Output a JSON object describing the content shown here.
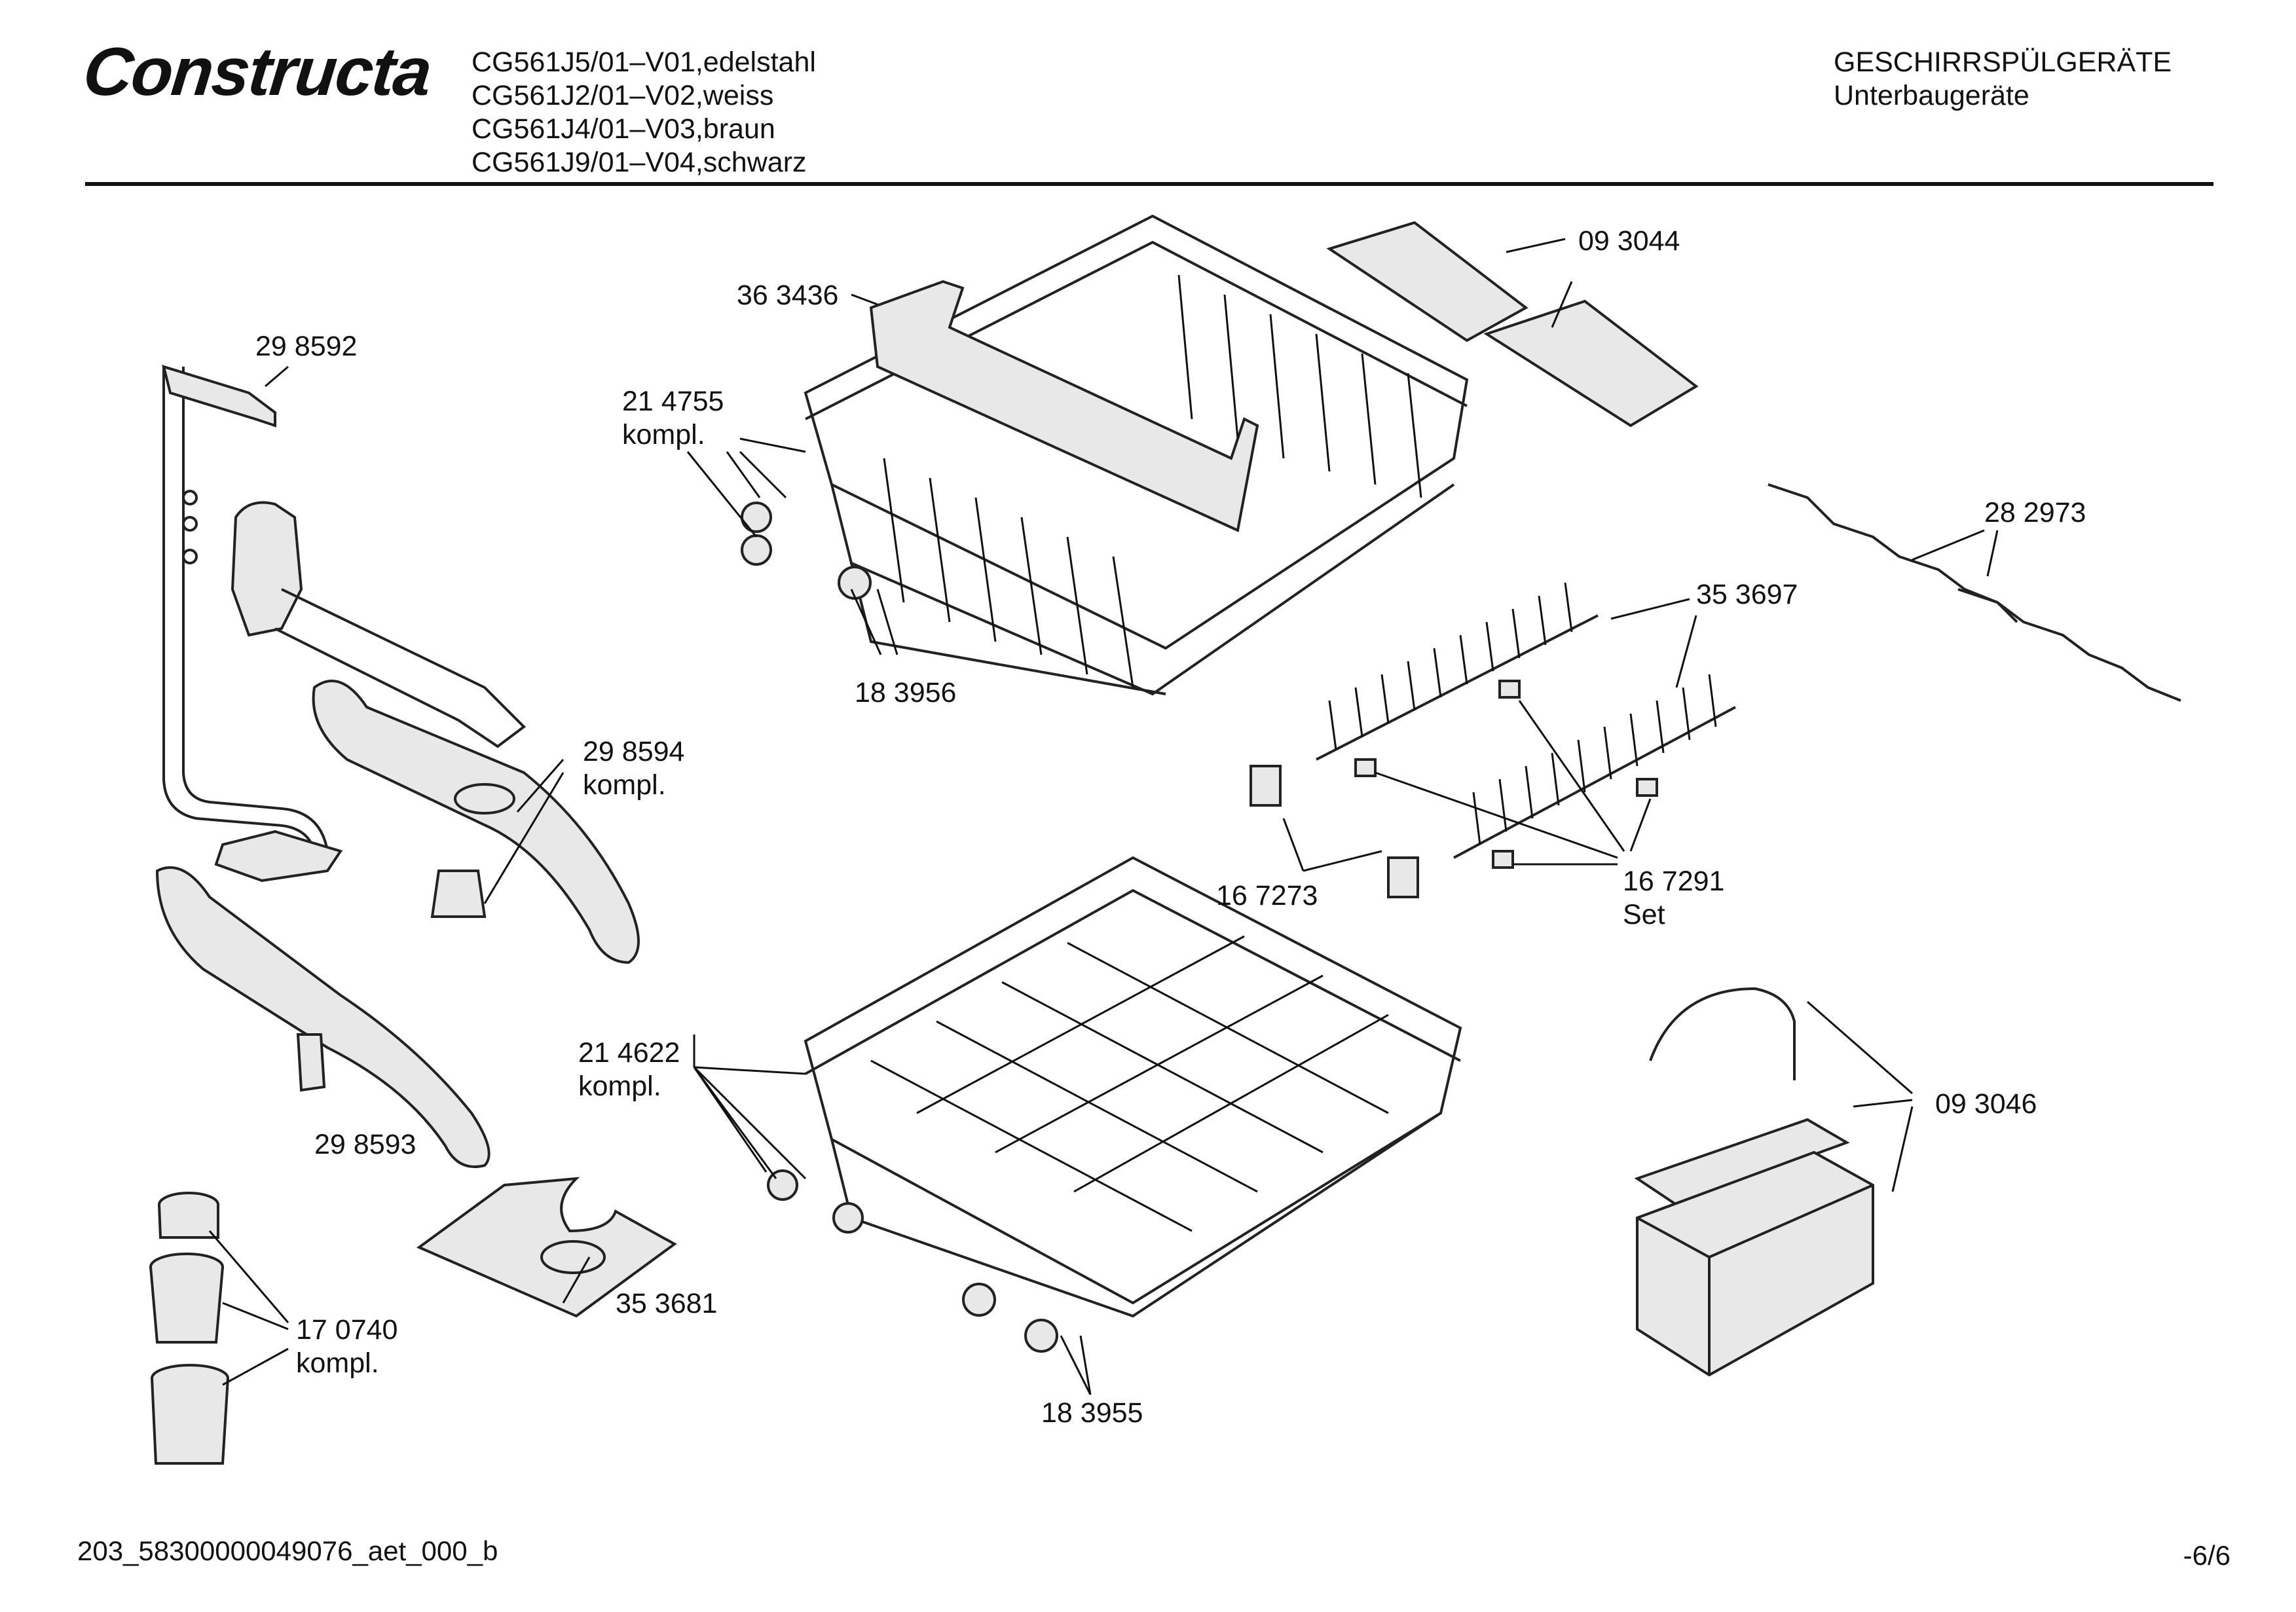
{
  "header": {
    "logo": "Constructa",
    "models": [
      "CG561J5/01–V01,edelstahl",
      "CG561J2/01–V02,weiss",
      "CG561J4/01–V03,braun",
      "CG561J9/01–V04,schwarz"
    ],
    "category_line1": "GESCHIRRSPÜLGERÄTE",
    "category_line2": "Unterbaugeräte"
  },
  "parts": {
    "p298592": "29 8592",
    "p363436": "36 3436",
    "p093044": "09 3044",
    "p214755": "21 4755",
    "p214755_b": "kompl.",
    "p282973": "28 2973",
    "p353697": "35 3697",
    "p183956": "18 3956",
    "p298594": "29 8594",
    "p298594_b": "kompl.",
    "p167273": "16 7273",
    "p167291": "16 7291",
    "p167291_b": "Set",
    "p214622": "21 4622",
    "p214622_b": "kompl.",
    "p093046": "09 3046",
    "p298593": "29 8593",
    "p353681": "35 3681",
    "p170740": "17 0740",
    "p170740_b": "kompl.",
    "p183955": "18 3955"
  },
  "footer": {
    "doc_id": "203_58300000049076_aet_000_b",
    "page": "-6/6"
  }
}
